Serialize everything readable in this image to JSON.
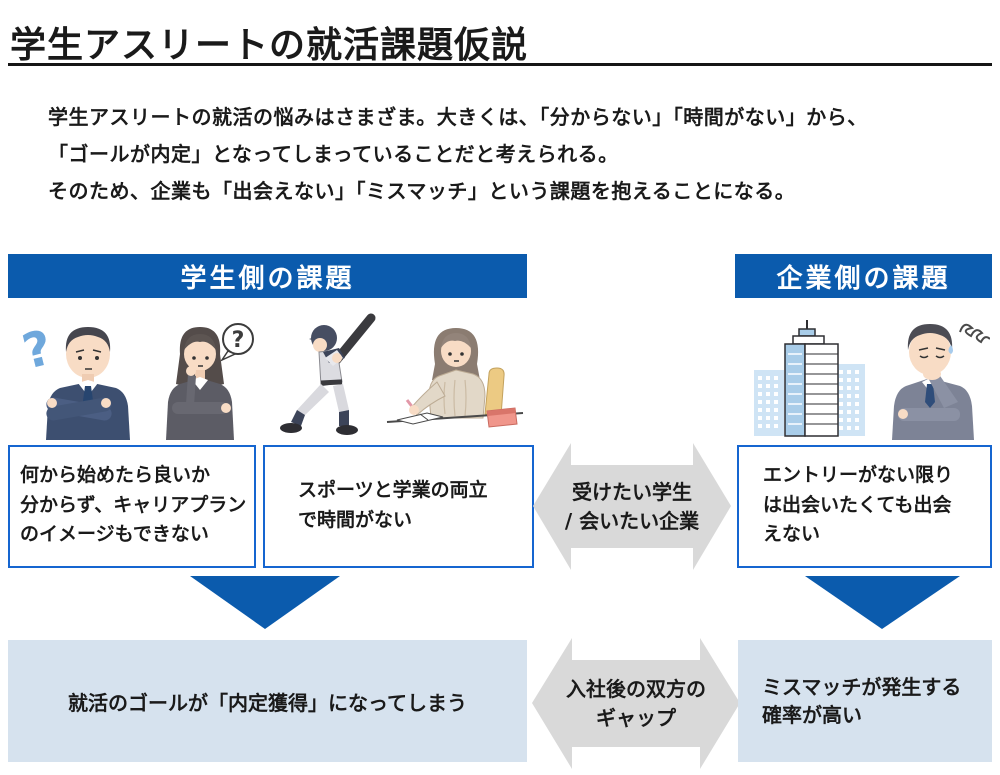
{
  "title": "学生アスリートの就活課題仮説",
  "intro": "学生アスリートの就活の悩みはさまざま。大きくは、「分からない」「時間がない」から、\n「ゴールが内定」となってしまっていることだと考えられる。\nそのため、企業も「出会えない」「ミスマッチ」という課題を抱えることになる。",
  "student_section": {
    "header": "学生側の課題",
    "issue_1": "何から始めたら良いか\n分からず、キャリアプラン\nのイメージもできない",
    "issue_2": "スポーツと学業の両立\nで時間がない",
    "outcome": "就活のゴールが「内定獲得」になってしまう"
  },
  "company_section": {
    "header": "企業側の課題",
    "issue": "エントリーがない限り\nは出会いたくても出会\nえない",
    "outcome": "ミスマッチが発生する\n確率が高い"
  },
  "connectors": {
    "top_arrow_label": "受けたい学生\n/ 会いたい企業",
    "bottom_arrow_label": "入社後の双方の\nギャップ"
  },
  "icons": {
    "question_mark_glyph": "?",
    "list": [
      "questioning-businessman-illustration",
      "questioning-businesswoman-illustration",
      "baseball-player-illustration",
      "studying-student-illustration",
      "office-building-illustration",
      "worried-businessman-illustration",
      "double-headed-arrow",
      "down-triangle-arrow"
    ]
  },
  "colors": {
    "primary_blue": "#0b5bad",
    "box_border_blue": "#1565d0",
    "light_blue_fill": "#d6e2ee",
    "arrow_gray": "#d9d9d9",
    "question_blue": "#6fa8dc",
    "text": "#1a1a1a"
  }
}
